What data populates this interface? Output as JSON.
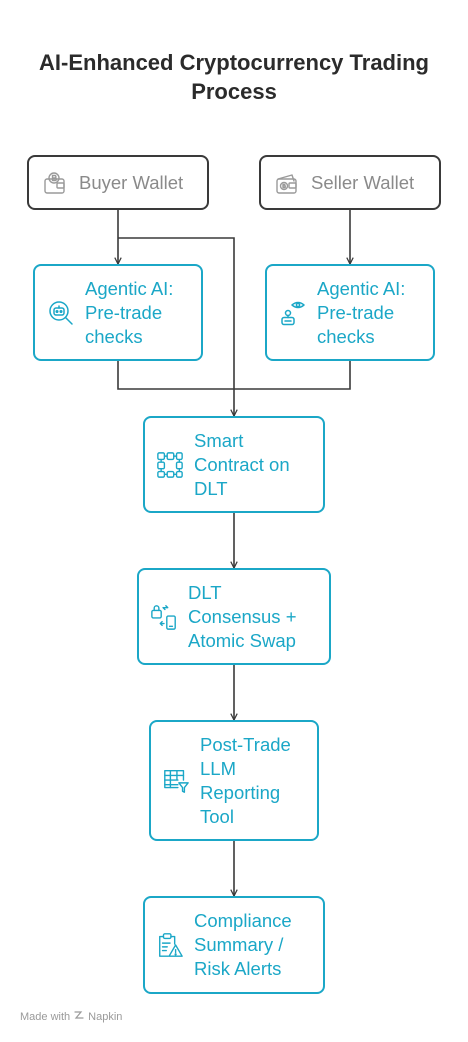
{
  "title": "AI-Enhanced Cryptocurrency Trading Process",
  "nodes": {
    "buyer_wallet": {
      "label": "Buyer Wallet",
      "icon": "bitcoin-wallet-icon"
    },
    "seller_wallet": {
      "label": "Seller Wallet",
      "icon": "bitcoin-wallet-icon"
    },
    "buyer_ai": {
      "label": "Agentic AI:\nPre-trade\nchecks",
      "icon": "robot-magnifier-icon"
    },
    "seller_ai": {
      "label": "Agentic AI:\nPre-trade\nchecks",
      "icon": "robot-eye-icon"
    },
    "smart_contract": {
      "label": "Smart\nContract on\nDLT",
      "icon": "blockchain-grid-icon"
    },
    "consensus": {
      "label": "DLT\nConsensus +\nAtomic Swap",
      "icon": "lock-swap-phone-icon"
    },
    "reporting": {
      "label": "Post-Trade\nLLM\nReporting\nTool",
      "icon": "table-filter-icon"
    },
    "compliance": {
      "label": "Compliance\nSummary /\nRisk Alerts",
      "icon": "clipboard-warning-icon"
    }
  },
  "colors": {
    "accent": "#1ba7c7",
    "neutral_border": "#3a3a3a",
    "neutral_text": "#8a8a8a",
    "line": "#3a3a3a"
  },
  "footer": {
    "made_with": "Made with",
    "brand": "Napkin"
  }
}
